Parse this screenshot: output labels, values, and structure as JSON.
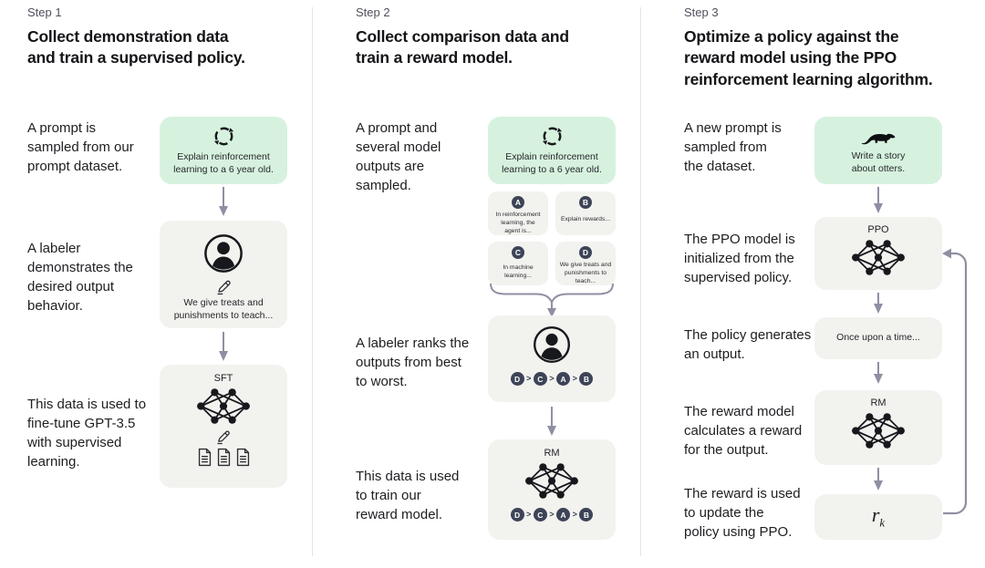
{
  "diagram": {
    "steps": [
      {
        "label": "Step 1",
        "title": "Collect demonstration data\nand train a supervised policy.",
        "annotations": [
          "A prompt is\nsampled from our\nprompt dataset.",
          "A labeler\ndemonstrates the\ndesired output\nbehavior.",
          "This data is used to\nfine-tune GPT-3.5\nwith supervised\nlearning."
        ],
        "prompt_card": {
          "icon": "cycle-icon",
          "text": "Explain reinforcement\nlearning to a 6 year old."
        },
        "labeler_card": {
          "icon": "person-icon",
          "text": "We give treats and\npunishments to teach..."
        },
        "model_card": {
          "label": "SFT",
          "icon": "neural-network-icon"
        }
      },
      {
        "label": "Step 2",
        "title": "Collect comparison data and\ntrain a reward model.",
        "annotations": [
          "A prompt and\nseveral model\noutputs are\nsampled.",
          "A labeler ranks the\noutputs from best\nto worst.",
          "This data is used\nto train our\nreward model."
        ],
        "prompt_card": {
          "icon": "cycle-icon",
          "text": "Explain reinforcement\nlearning to a 6 year old."
        },
        "outputs": [
          {
            "key": "A",
            "text": "In reinforcement\nlearning, the\nagent is..."
          },
          {
            "key": "B",
            "text": "Explain rewards..."
          },
          {
            "key": "C",
            "text": "In machine\nlearning..."
          },
          {
            "key": "D",
            "text": "We give treats and\npunishments to\nteach..."
          }
        ],
        "ranking": [
          "D",
          "C",
          "A",
          "B"
        ],
        "model_card": {
          "label": "RM",
          "icon": "neural-network-icon"
        }
      },
      {
        "label": "Step 3",
        "title": "Optimize a policy against the\nreward model using the PPO\nreinforcement learning algorithm.",
        "annotations": [
          "A new prompt is\nsampled from\nthe dataset.",
          "The PPO model is\ninitialized from the\nsupervised policy.",
          "The policy generates\nan output.",
          "The reward model\ncalculates a reward\nfor the output.",
          "The reward is used\nto update the\npolicy using PPO."
        ],
        "prompt_card": {
          "icon": "otter-icon",
          "text": "Write a story\nabout otters."
        },
        "ppo_card": {
          "label": "PPO",
          "icon": "neural-network-icon"
        },
        "output_card": {
          "text": "Once upon a time..."
        },
        "rm_card": {
          "label": "RM",
          "icon": "neural-network-icon"
        },
        "reward_card": {
          "base": "r",
          "subscript": "k"
        }
      }
    ],
    "ui": {
      "rank_separator": ">"
    },
    "colors": {
      "prompt_green": "#d6f2de",
      "card_gray": "#f2f2ef",
      "arrow": "#8f8fa3",
      "rank_circle": "#3d4457",
      "text": "#1d1e21"
    }
  }
}
